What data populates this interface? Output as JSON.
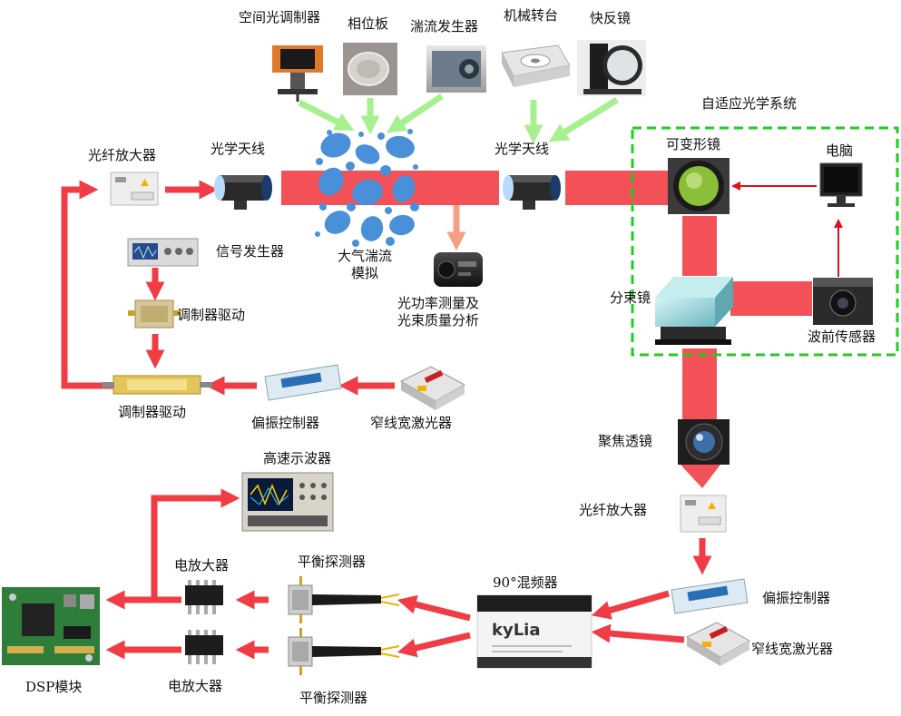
{
  "colors": {
    "beam": "#f25157",
    "arrow_red": "#f03c44",
    "arrow_green": "#a6f08f",
    "arrow_salmon": "#f4a083",
    "box_green": "#22cc22",
    "signal_red": "#e0101c",
    "turbulence": "#4a90d9"
  },
  "labels": {
    "slm": "空间光调制器",
    "phase_plate": "相位板",
    "turbulence_gen": "湍流发生器",
    "rotary_stage": "机械转台",
    "fast_mirror": "快反镜",
    "ao_system": "自适应光学系统",
    "fiber_amp_top": "光纤放大器",
    "optical_antenna_left": "光学天线",
    "optical_antenna_right": "光学天线",
    "deformable_mirror": "可变形镜",
    "computer": "电脑",
    "signal_gen": "信号发生器",
    "turbulence_sim_1": "大气湍流",
    "turbulence_sim_2": "模拟",
    "modulator_driver_1": "调制器驱动",
    "power_meas_1": "光功率测量及",
    "power_meas_2": "光束质量分析",
    "beam_splitter": "分束镜",
    "wavefront_sensor": "波前传感器",
    "modulator_driver_2": "调制器驱动",
    "pol_ctrl_top": "偏振控制器",
    "laser_top": "窄线宽激光器",
    "focus_lens": "聚焦透镜",
    "oscilloscope": "高速示波器",
    "fiber_amp_bottom": "光纤放大器",
    "elec_amp_1": "电放大器",
    "bpd_1": "平衡探测器",
    "hybrid": "90°混频器",
    "pol_ctrl_bottom": "偏振控制器",
    "laser_bottom": "窄线宽激光器",
    "elec_amp_2": "电放大器",
    "dsp": "DSP模块",
    "bpd_2": "平衡探测器"
  },
  "icons": [
    "slm-icon",
    "phase-plate-icon",
    "turbulence-generator-icon",
    "rotary-stage-icon",
    "fast-mirror-icon",
    "fiber-amplifier-icon",
    "telescope-icon",
    "deformable-mirror-icon",
    "monitor-icon",
    "signal-generator-icon",
    "modulator-driver-icon",
    "power-meter-icon",
    "beam-splitter-icon",
    "wavefront-sensor-icon",
    "modulator-icon",
    "polarization-controller-icon",
    "laser-icon",
    "lens-icon",
    "oscilloscope-icon",
    "amplifier-chip-icon",
    "balanced-detector-icon",
    "hybrid-chip-icon",
    "dsp-board-icon"
  ]
}
